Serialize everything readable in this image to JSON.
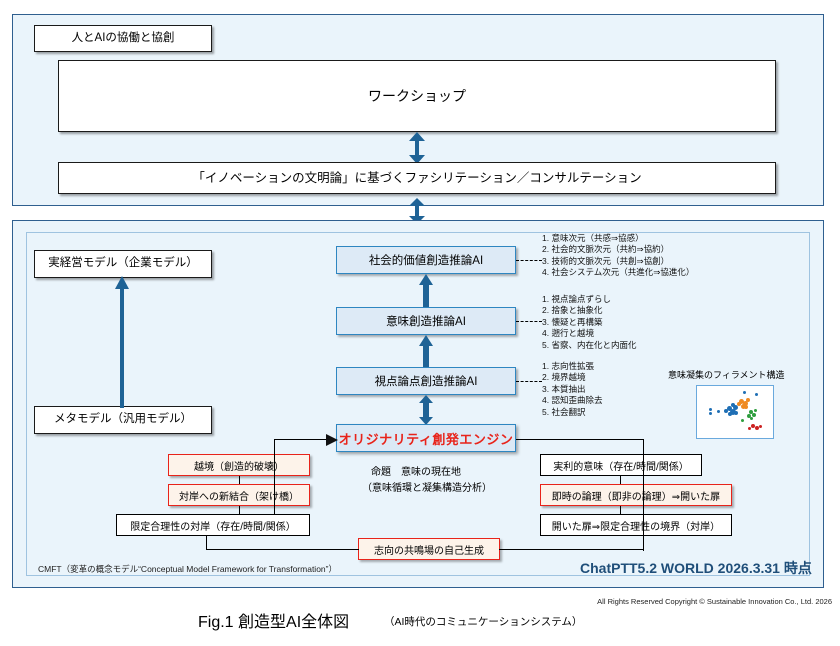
{
  "figure": {
    "caption_main": "Fig.1 創造型AI全体図",
    "caption_sub": "（AI時代のコミュニケーションシステム）",
    "copyright": "All Rights Reserved Copyright © Sustainable Innovation Co., Ltd. 2026"
  },
  "top_panel": {
    "tab_label": "人とAIの協働と協創",
    "workshop_box": "ワークショップ",
    "facilitation_box": "「イノベーションの文明論」に基づくファシリテーション／コンサルテーション"
  },
  "bottom_panel": {
    "left_models": [
      "実経営モデル（企業モデル）",
      "メタモデル（汎用モデル）"
    ],
    "ai_stack": [
      "社会的価値創造推論AI",
      "意味創造推論AI",
      "視点論点創造推論AI"
    ],
    "engine": "オリジナリティ創発エンジン",
    "engine_caption_1": "命題　意味の現在地",
    "engine_caption_2": "（意味循環と凝集構造分析）",
    "lists": [
      {
        "items": [
          "1.  意味次元（共感⇒協感）",
          "2.  社会的文脈次元（共約⇒協約）",
          "3.  技術的文脈次元（共創⇒協創）",
          "4.  社会システム次元（共進化⇒協進化）"
        ]
      },
      {
        "items": [
          "1.  視点論点ずらし",
          "2.  捨象と抽象化",
          "3.  懐疑と再構築",
          "4.  遡行と越境",
          "5.  省察、内在化と内面化"
        ]
      },
      {
        "items": [
          "1.  志向性拡張",
          "2.  境界越境",
          "3.  本質抽出",
          "4.  認知歪曲除去",
          "5.  社会翻訳"
        ]
      }
    ],
    "filament_label": "意味凝集のフィラメント構造",
    "left_chain": [
      "越境（創造的破壊）",
      "対岸への新結合（架け橋）",
      "限定合理性の対岸（存在/時間/関係）"
    ],
    "right_chain": [
      "実利的意味（存在/時間/関係）",
      "即時の論理（即非の論理）⇒開いた扉",
      "開いた扉⇒限定合理性の境界（対岸）"
    ],
    "bottom_center": "志向の共鳴場の自己生成",
    "cmft_note": "CMFT（変革の概念モデル“Conceptual Model Framework for Transformation”）",
    "version_stamp": "ChatPTT5.2 WORLD 2026.3.31 時点"
  },
  "colors": {
    "panel_bg": "#eaf4fb",
    "panel_border": "#2f5f8f",
    "ai_box_bg": "#ddeaf6",
    "ai_box_border": "#2e86c1",
    "accent_red": "#e8231a",
    "arrow_blue": "#1f6396",
    "stamp_blue": "#1f4e79"
  }
}
